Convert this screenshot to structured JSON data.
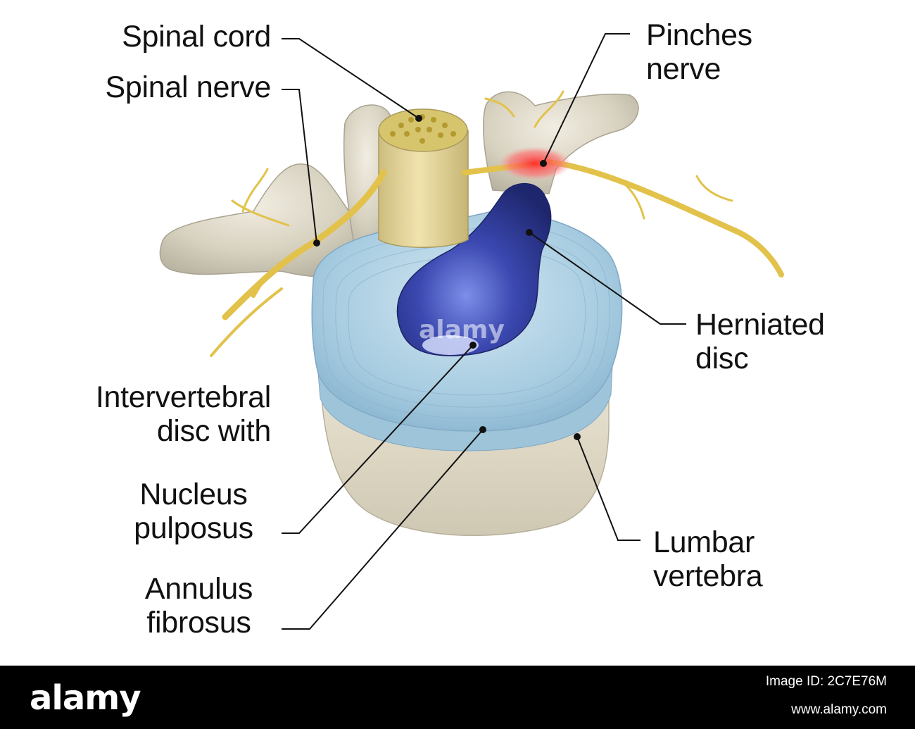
{
  "labels": {
    "spinal_cord": "Spinal cord",
    "spinal_nerve": "Spinal nerve",
    "pinches_nerve": [
      "Pinches",
      "nerve"
    ],
    "herniated_disc": [
      "Herniated",
      "disc"
    ],
    "intervertebral_disc": [
      "Intervertebral",
      "disc with"
    ],
    "nucleus_pulposus": [
      "Nucleus",
      "pulposus"
    ],
    "annulus_fibrosus": [
      "Annulus",
      "fibrosus"
    ],
    "lumbar_vertebra": [
      "Lumbar",
      "vertebra"
    ]
  },
  "watermark": "alamy",
  "footer": {
    "brand": "alamy",
    "image_id": "Image ID: 2C7E76M",
    "url": "www.alamy.com"
  },
  "colors": {
    "bone": "#d9d3c0",
    "disc_ring": "#a9cde0",
    "nucleus": "#2e3a9a",
    "nerve": "#e8c84a",
    "pinch_highlight": "#ff4a4a",
    "cord": "#e6d79a"
  }
}
